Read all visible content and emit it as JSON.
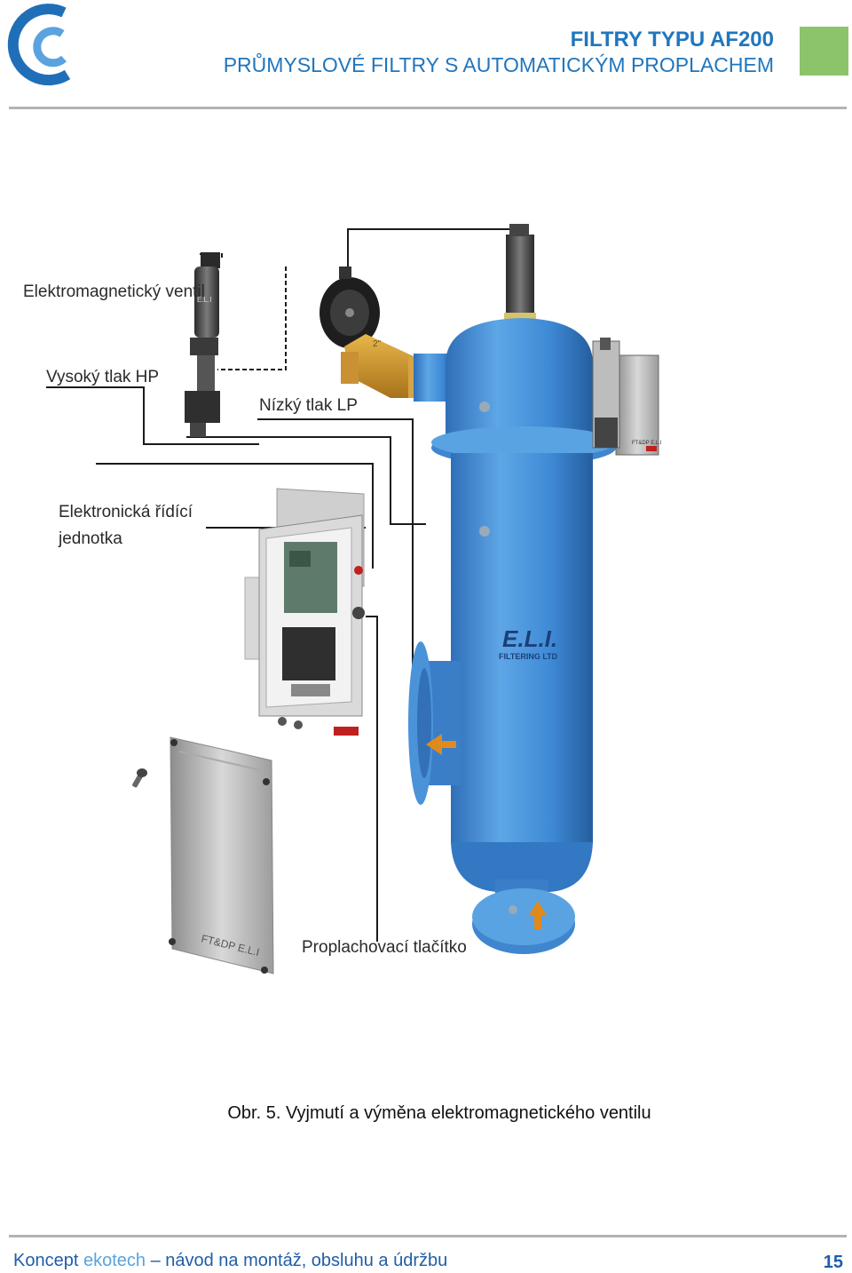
{
  "header": {
    "title": "FILTRY TYPU AF200",
    "subtitle": "PRŮMYSLOVÉ FILTRY S AUTOMATICKÝM PROPLACHEM",
    "accent_color": "#2176bd",
    "square_color": "#8cc46b"
  },
  "figure": {
    "labels": {
      "solenoid": "Elektromagnetický ventil",
      "high_pressure": "Vysoký tlak HP",
      "low_pressure": "Nízký tlak LP",
      "control_unit_line1": "Elektronická řídící",
      "control_unit_line2": "jednotka",
      "flush_button": "Proplachovací tlačítko"
    },
    "brand": "E.L.I.",
    "brand_sub": "FILTERING LTD",
    "valve_size": "2\"",
    "cover_marking": "FT&DP E.L.I",
    "dp_marking": "FT&DP E.L.I"
  },
  "caption": "Obr. 5. Vyjmutí a výměna elektromagnetického ventilu",
  "footer": {
    "part1": "Koncept",
    "part2": "ekotech",
    "part3": "– návod na montáž, obsluhu a údržbu",
    "page": "15"
  }
}
